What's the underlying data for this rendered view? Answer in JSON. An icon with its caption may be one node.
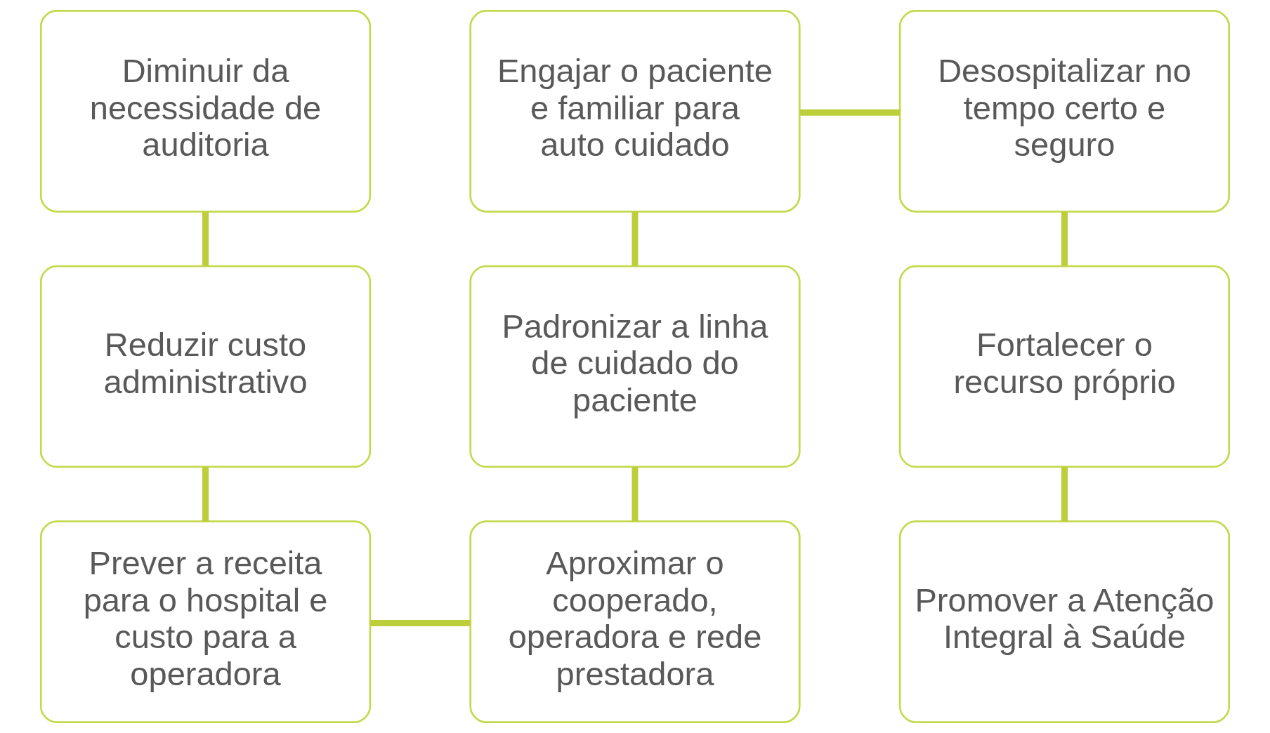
{
  "diagram": {
    "nodes": [
      {
        "text": [
          "Diminuir da necessidade de auditoria"
        ]
      },
      {
        "text": [
          "Engajar o paciente e familiar para auto cuidado"
        ]
      },
      {
        "text": [
          "Desospitalizar no tempo certo e seguro"
        ]
      },
      {
        "text": [
          "Reduzir custo administrativo"
        ]
      },
      {
        "text": [
          "Padronizar a linha de cuidado do paciente"
        ]
      },
      {
        "text": [
          "Fortalecer o recurso próprio"
        ]
      },
      {
        "text": [
          "Prever a receita para o hospital e custo para a operadora"
        ]
      },
      {
        "text": [
          "Aproximar o cooperado, operadora e rede prestadora"
        ]
      },
      {
        "text": [
          "Promover a Atenção Integral à Saúde"
        ]
      }
    ],
    "edges": [
      {
        "from": 0,
        "to": 3,
        "arrow": "none"
      },
      {
        "from": 3,
        "to": 6,
        "arrow": "none"
      },
      {
        "from": 6,
        "to": 7,
        "arrow": "none"
      },
      {
        "from": 7,
        "to": 4,
        "arrow": "none"
      },
      {
        "from": 4,
        "to": 1,
        "arrow": "none"
      },
      {
        "from": 1,
        "to": 2,
        "arrow": "none"
      },
      {
        "from": 2,
        "to": 5,
        "arrow": "none"
      },
      {
        "from": 5,
        "to": 8,
        "arrow": "none"
      }
    ]
  }
}
